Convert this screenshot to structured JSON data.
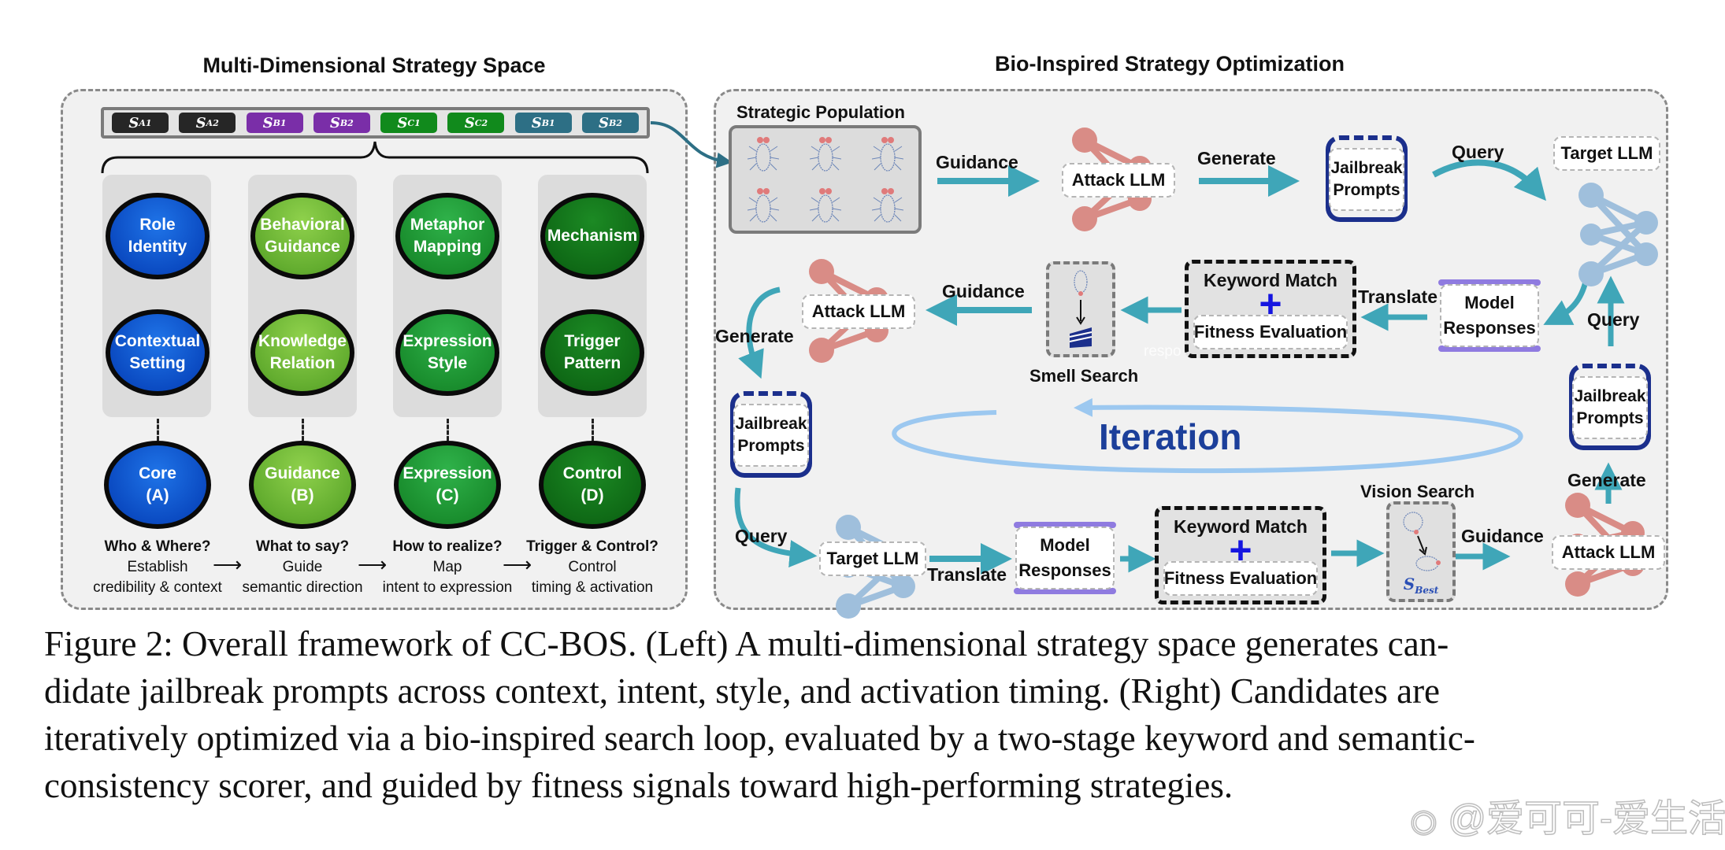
{
  "left": {
    "title": "Multi-Dimensional Strategy Space",
    "chips": [
      {
        "base": "S",
        "sub": "A1",
        "color": "#262626"
      },
      {
        "base": "S",
        "sub": "A2",
        "color": "#262626"
      },
      {
        "base": "S",
        "sub": "B1",
        "color": "#7a2ea8"
      },
      {
        "base": "S",
        "sub": "B2",
        "color": "#7a2ea8"
      },
      {
        "base": "S",
        "sub": "C1",
        "color": "#118a1c"
      },
      {
        "base": "S",
        "sub": "C2",
        "color": "#118a1c"
      },
      {
        "base": "S",
        "sub": "B1",
        "color": "#2d6f85"
      },
      {
        "base": "S",
        "sub": "B2",
        "color": "#2d6f85"
      }
    ],
    "columns": [
      {
        "top": "Role\nIdentity",
        "mid": "Contextual\nSetting",
        "dim": "Core\n(A)",
        "question": "Who & Where?",
        "desc1": "Establish",
        "desc2": "credibility & context"
      },
      {
        "top": "Behavioral\nGuidance",
        "mid": "Knowledge\nRelation",
        "dim": "Guidance\n(B)",
        "question": "What to say?",
        "desc1": "Guide",
        "desc2": "semantic direction"
      },
      {
        "top": "Metaphor\nMapping",
        "mid": "Expression\nStyle",
        "dim": "Expression\n(C)",
        "question": "How to realize?",
        "desc1": "Map",
        "desc2": "intent to expression"
      },
      {
        "top": "Mechanism",
        "mid": "Trigger\nPattern",
        "dim": "Control\n(D)",
        "question": "Trigger & Control?",
        "desc1": "Control",
        "desc2": "timing & activation"
      }
    ],
    "flow_arrow": "⟶"
  },
  "right": {
    "title": "Bio-Inspired Strategy Optimization",
    "strategic_population": "Strategic Population",
    "attack_llm": "Attack LLM",
    "target_llm": "Target LLM",
    "jailbreak_prompts": "Jailbreak\nPrompts",
    "model_responses": "Model\nResponses",
    "keyword_match": "Keyword Match",
    "fitness_evaluation": "Fitness Evaluation",
    "plus": "+",
    "smell_search": "Smell Search",
    "vision_search": "Vision Search",
    "s_best_base": "S",
    "s_best_sub": "Best",
    "iteration": "Iteration",
    "edges": {
      "guidance": "Guidance",
      "generate": "Generate",
      "query": "Query",
      "translate": "Translate"
    },
    "artifact_text": "respo",
    "colors": {
      "arrow": "#3fa6b8",
      "attack_llm": "#d98c86",
      "target_llm": "#9fbfdc",
      "iteration_text": "#1c3f9a",
      "iteration_ring": "#9cc8f0",
      "plus": "#1515e0"
    }
  },
  "caption": {
    "lines": [
      "Figure 2: Overall framework of CC-BOS. (Left) A multi-dimensional strategy space generates can-",
      "didate jailbreak prompts across context, intent, style, and activation timing. (Right) Candidates are",
      "iteratively optimized via a bio-inspired search loop, evaluated by a two-stage keyword and semantic-",
      "consistency scorer, and guided by fitness signals toward high-performing strategies."
    ]
  },
  "watermark": "@爱可可-爱生活"
}
